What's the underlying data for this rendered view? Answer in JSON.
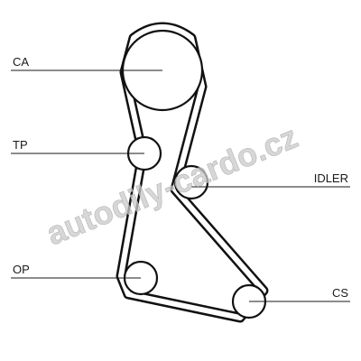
{
  "diagram": {
    "labels": {
      "ca": "CA",
      "tp": "TP",
      "idler": "IDLER",
      "op": "OP",
      "cs": "CS"
    },
    "watermark": "autodily-cardo.cz",
    "colors": {
      "belt": "#111111",
      "lines": "#1a1a1a",
      "watermark": "#c9c9c9",
      "background": "#ffffff"
    }
  }
}
